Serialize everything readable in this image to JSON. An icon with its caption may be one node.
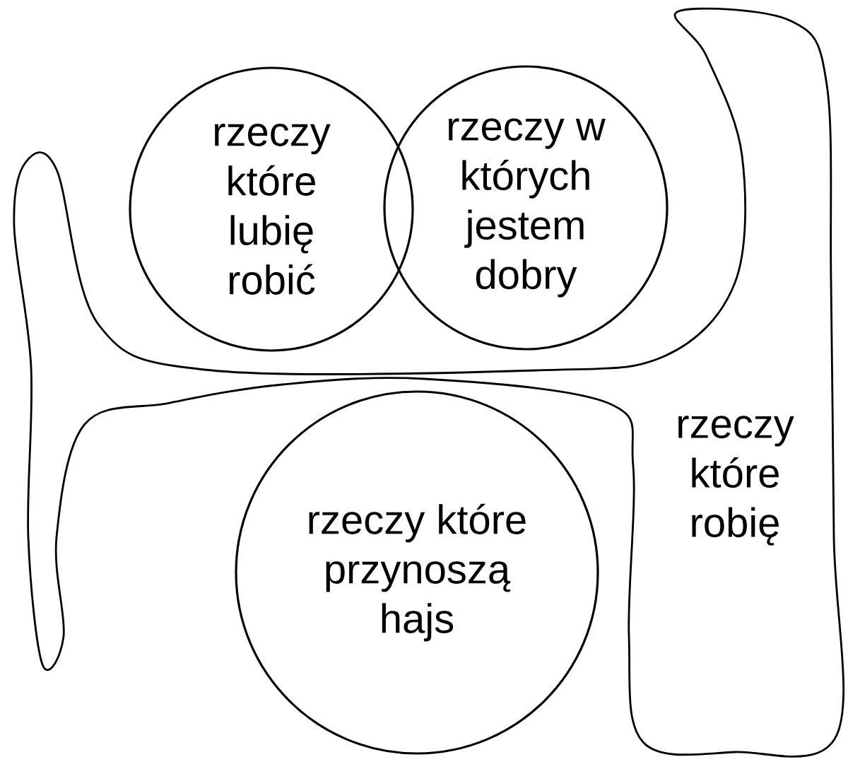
{
  "diagram": {
    "nodes": [
      {
        "text": [
          "rzeczy które lubię robić"
        ]
      },
      {
        "text": [
          "rzeczy w których jestem dobry"
        ]
      },
      {
        "text": [
          "rzeczy które przynoszą hajs"
        ]
      },
      {
        "text": [
          "rzeczy które robię"
        ]
      }
    ]
  }
}
